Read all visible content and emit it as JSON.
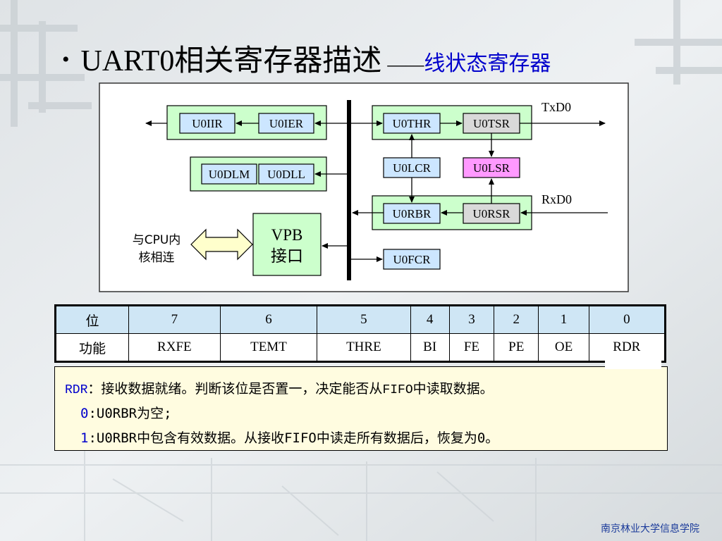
{
  "title": {
    "bullet": "•",
    "main": "UART0相关寄存器描述",
    "dash": "——",
    "sub": "线状态寄存器"
  },
  "diagram": {
    "registers": {
      "u0iir": "U0IIR",
      "u0ier": "U0IER",
      "u0dlm": "U0DLM",
      "u0dll": "U0DLL",
      "u0thr": "U0THR",
      "u0tsr": "U0TSR",
      "u0lcr": "U0LCR",
      "u0lsr": "U0LSR",
      "u0rbr": "U0RBR",
      "u0rsr": "U0RSR",
      "u0fcr": "U0FCR"
    },
    "vpb_line1": "VPB",
    "vpb_line2": "接口",
    "txd": "TxD0",
    "rxd": "RxD0",
    "cpu_line1": "与CPU内",
    "cpu_line2": "核相连",
    "colors": {
      "group_bg": "#ccffcc",
      "reg_bg": "#cce6ff",
      "shift_bg": "#d9d9d9",
      "lsr_bg": "#ff99ff",
      "vpb_bg": "#ccffcc",
      "cpu_arrow": "#ffffcc"
    }
  },
  "table": {
    "head": [
      "位",
      "7",
      "6",
      "5",
      "4",
      "3",
      "2",
      "1",
      "0"
    ],
    "func": [
      "功能",
      "RXFE",
      "TEMT",
      "THRE",
      "BI",
      "FE",
      "PE",
      "OE",
      "RDR"
    ]
  },
  "description": {
    "code": "RDR",
    "colon": "：",
    "text1": "接收数据就绪。判断该位是否置一，决定能否从",
    "fifo": "FIFO",
    "text2": "中读取数据。",
    "opt0_num": "0",
    "opt0_text": ":U0RBR为空;",
    "opt1_num": "1",
    "opt1_text": ":U0RBR中包含有效数据。从接收FIFO中读走所有数据后，恢复为0。"
  },
  "footer": "南京林业大学信息学院"
}
